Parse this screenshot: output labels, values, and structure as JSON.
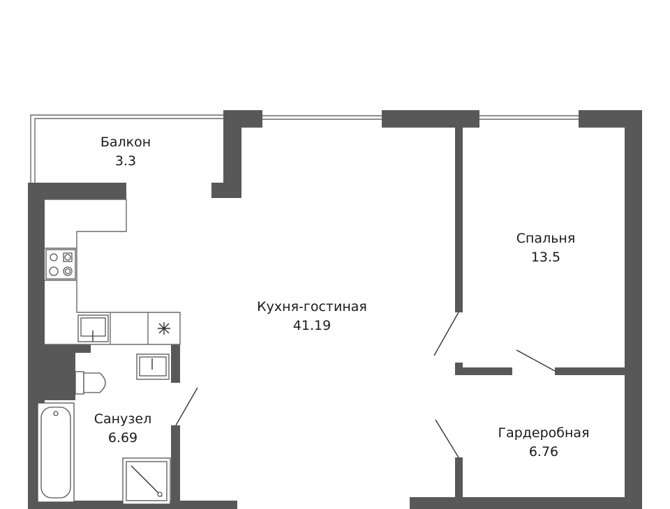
{
  "plan": {
    "rooms": [
      {
        "name": "Балкон",
        "area": "3.3"
      },
      {
        "name": "Кухня-гостиная",
        "area": "41.19"
      },
      {
        "name": "Спальня",
        "area": "13.5"
      },
      {
        "name": "Санузел",
        "area": "6.69"
      },
      {
        "name": "Гардеробная",
        "area": "6.76"
      }
    ]
  },
  "colors": {
    "wall": "#585858",
    "background": "#ffffff"
  },
  "icons": [
    "stove-icon",
    "sink-icon",
    "fan-icon",
    "toilet-icon",
    "bathtub-icon",
    "shower-tray-icon",
    "washbasin-icon"
  ]
}
